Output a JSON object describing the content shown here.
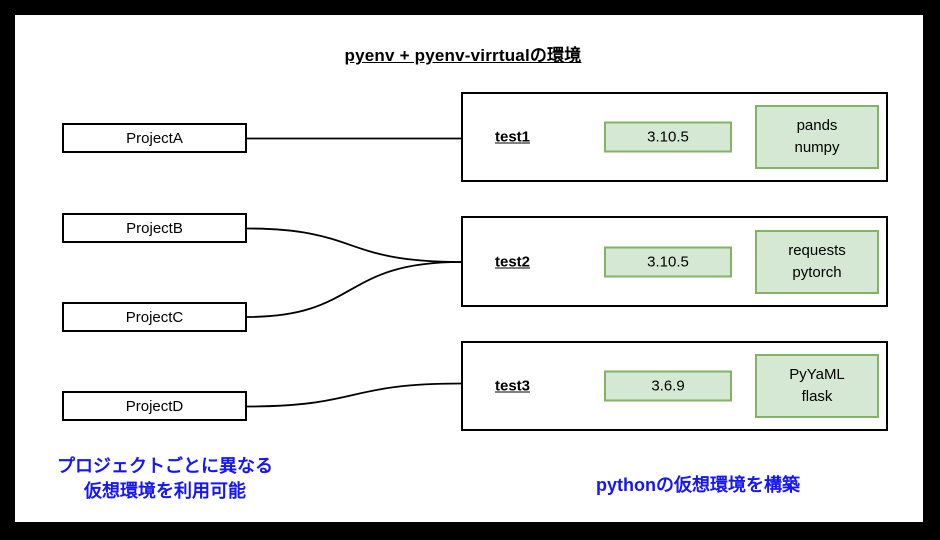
{
  "title": "pyenv + pyenv-virrtualの環境",
  "projects": [
    {
      "label": "ProjectA"
    },
    {
      "label": "ProjectB"
    },
    {
      "label": "ProjectC"
    },
    {
      "label": "ProjectD"
    }
  ],
  "environments": [
    {
      "name": "test1",
      "python_version": "3.10.5",
      "packages": [
        "pands",
        "numpy"
      ]
    },
    {
      "name": "test2",
      "python_version": "3.10.5",
      "packages": [
        "requests",
        "pytorch"
      ]
    },
    {
      "name": "test3",
      "python_version": "3.6.9",
      "packages": [
        "PyYaML",
        "flask"
      ]
    }
  ],
  "annotations": {
    "left_line1": "プロジェクトごとに異なる",
    "left_line2": "仮想環境を利用可能",
    "right": "pythonの仮想環境を構築"
  },
  "colors": {
    "frame_black": "#000000",
    "canvas_white": "#ffffff",
    "package_fill": "#d5e8d4",
    "package_border": "#82b366",
    "annotation_blue": "#1414ff"
  }
}
